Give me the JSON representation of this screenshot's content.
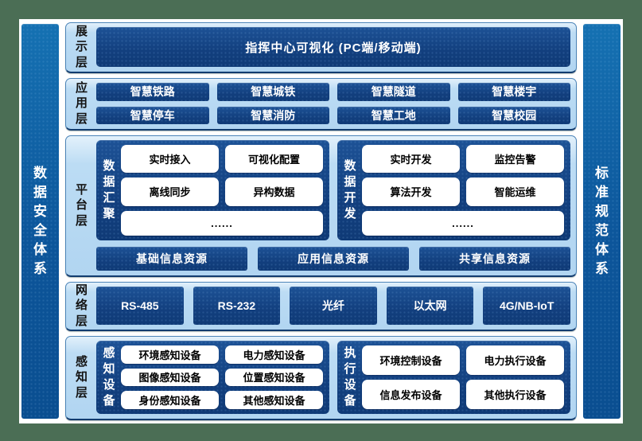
{
  "pillars": {
    "left": "数据安全体系",
    "right": "标准规范体系"
  },
  "layers": [
    {
      "label": "展示层",
      "banner": "指挥中心可视化 (PC端/移动端)"
    },
    {
      "label": "应用层",
      "buttons": [
        "智慧铁路",
        "智慧城铁",
        "智慧隧道",
        "智慧楼宇",
        "智慧停车",
        "智慧消防",
        "智慧工地",
        "智慧校园"
      ]
    },
    {
      "label": "平台层",
      "groups": [
        {
          "title": "数据汇聚",
          "items": [
            "实时接入",
            "可视化配置",
            "离线同步",
            "异构数据"
          ],
          "ellipsis": "......"
        },
        {
          "title": "数据开发",
          "items": [
            "实时开发",
            "监控告警",
            "算法开发",
            "智能运维"
          ],
          "ellipsis": "......"
        }
      ],
      "resources": [
        "基础信息资源",
        "应用信息资源",
        "共享信息资源"
      ]
    },
    {
      "label": "网络层",
      "buttons": [
        "RS-485",
        "RS-232",
        "光纤",
        "以太网",
        "4G/NB-IoT"
      ]
    },
    {
      "label": "感知层",
      "groups": [
        {
          "title": "感知设备",
          "items": [
            "环境感知设备",
            "电力感知设备",
            "图像感知设备",
            "位置感知设备",
            "身份感知设备",
            "其他感知设备"
          ]
        },
        {
          "title": "执行设备",
          "items": [
            "环境控制设备",
            "电力执行设备",
            "信息发布设备",
            "其他执行设备"
          ]
        }
      ]
    }
  ],
  "colors": {
    "frame_green": "#4b6e55",
    "gutter_white": "#ffffff",
    "pillar_blue": "#0d5c9e",
    "panel_light_blue": "#b7d9f3",
    "block_navy": "#123f7e",
    "block_text": "#ffffff",
    "label_text": "#141414"
  }
}
